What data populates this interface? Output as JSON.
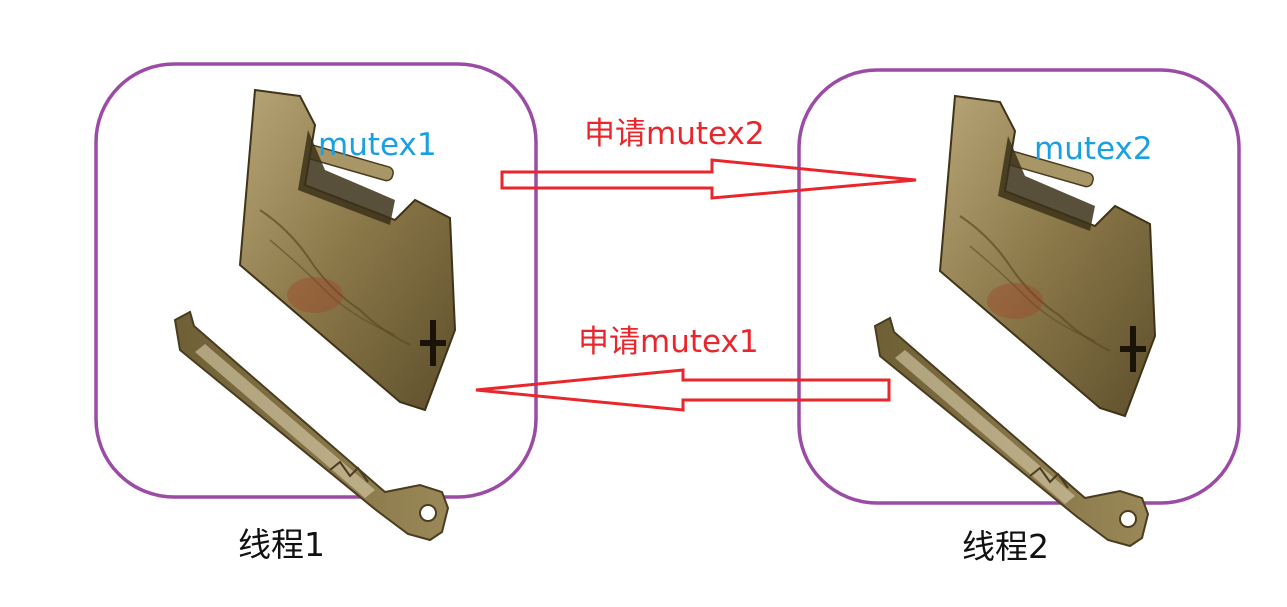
{
  "thread1": {
    "label": "线程1",
    "mutex": "mutex1"
  },
  "thread2": {
    "label": "线程2",
    "mutex": "mutex2"
  },
  "request_to_thread2": "申请mutex2",
  "request_to_thread1": "申请mutex1",
  "colors": {
    "box_border": "#9b4ba6",
    "mutex_text": "#1a9fe0",
    "arrow": "#e8262b",
    "thread_text": "#111111",
    "lock_body": "#8a7748"
  }
}
